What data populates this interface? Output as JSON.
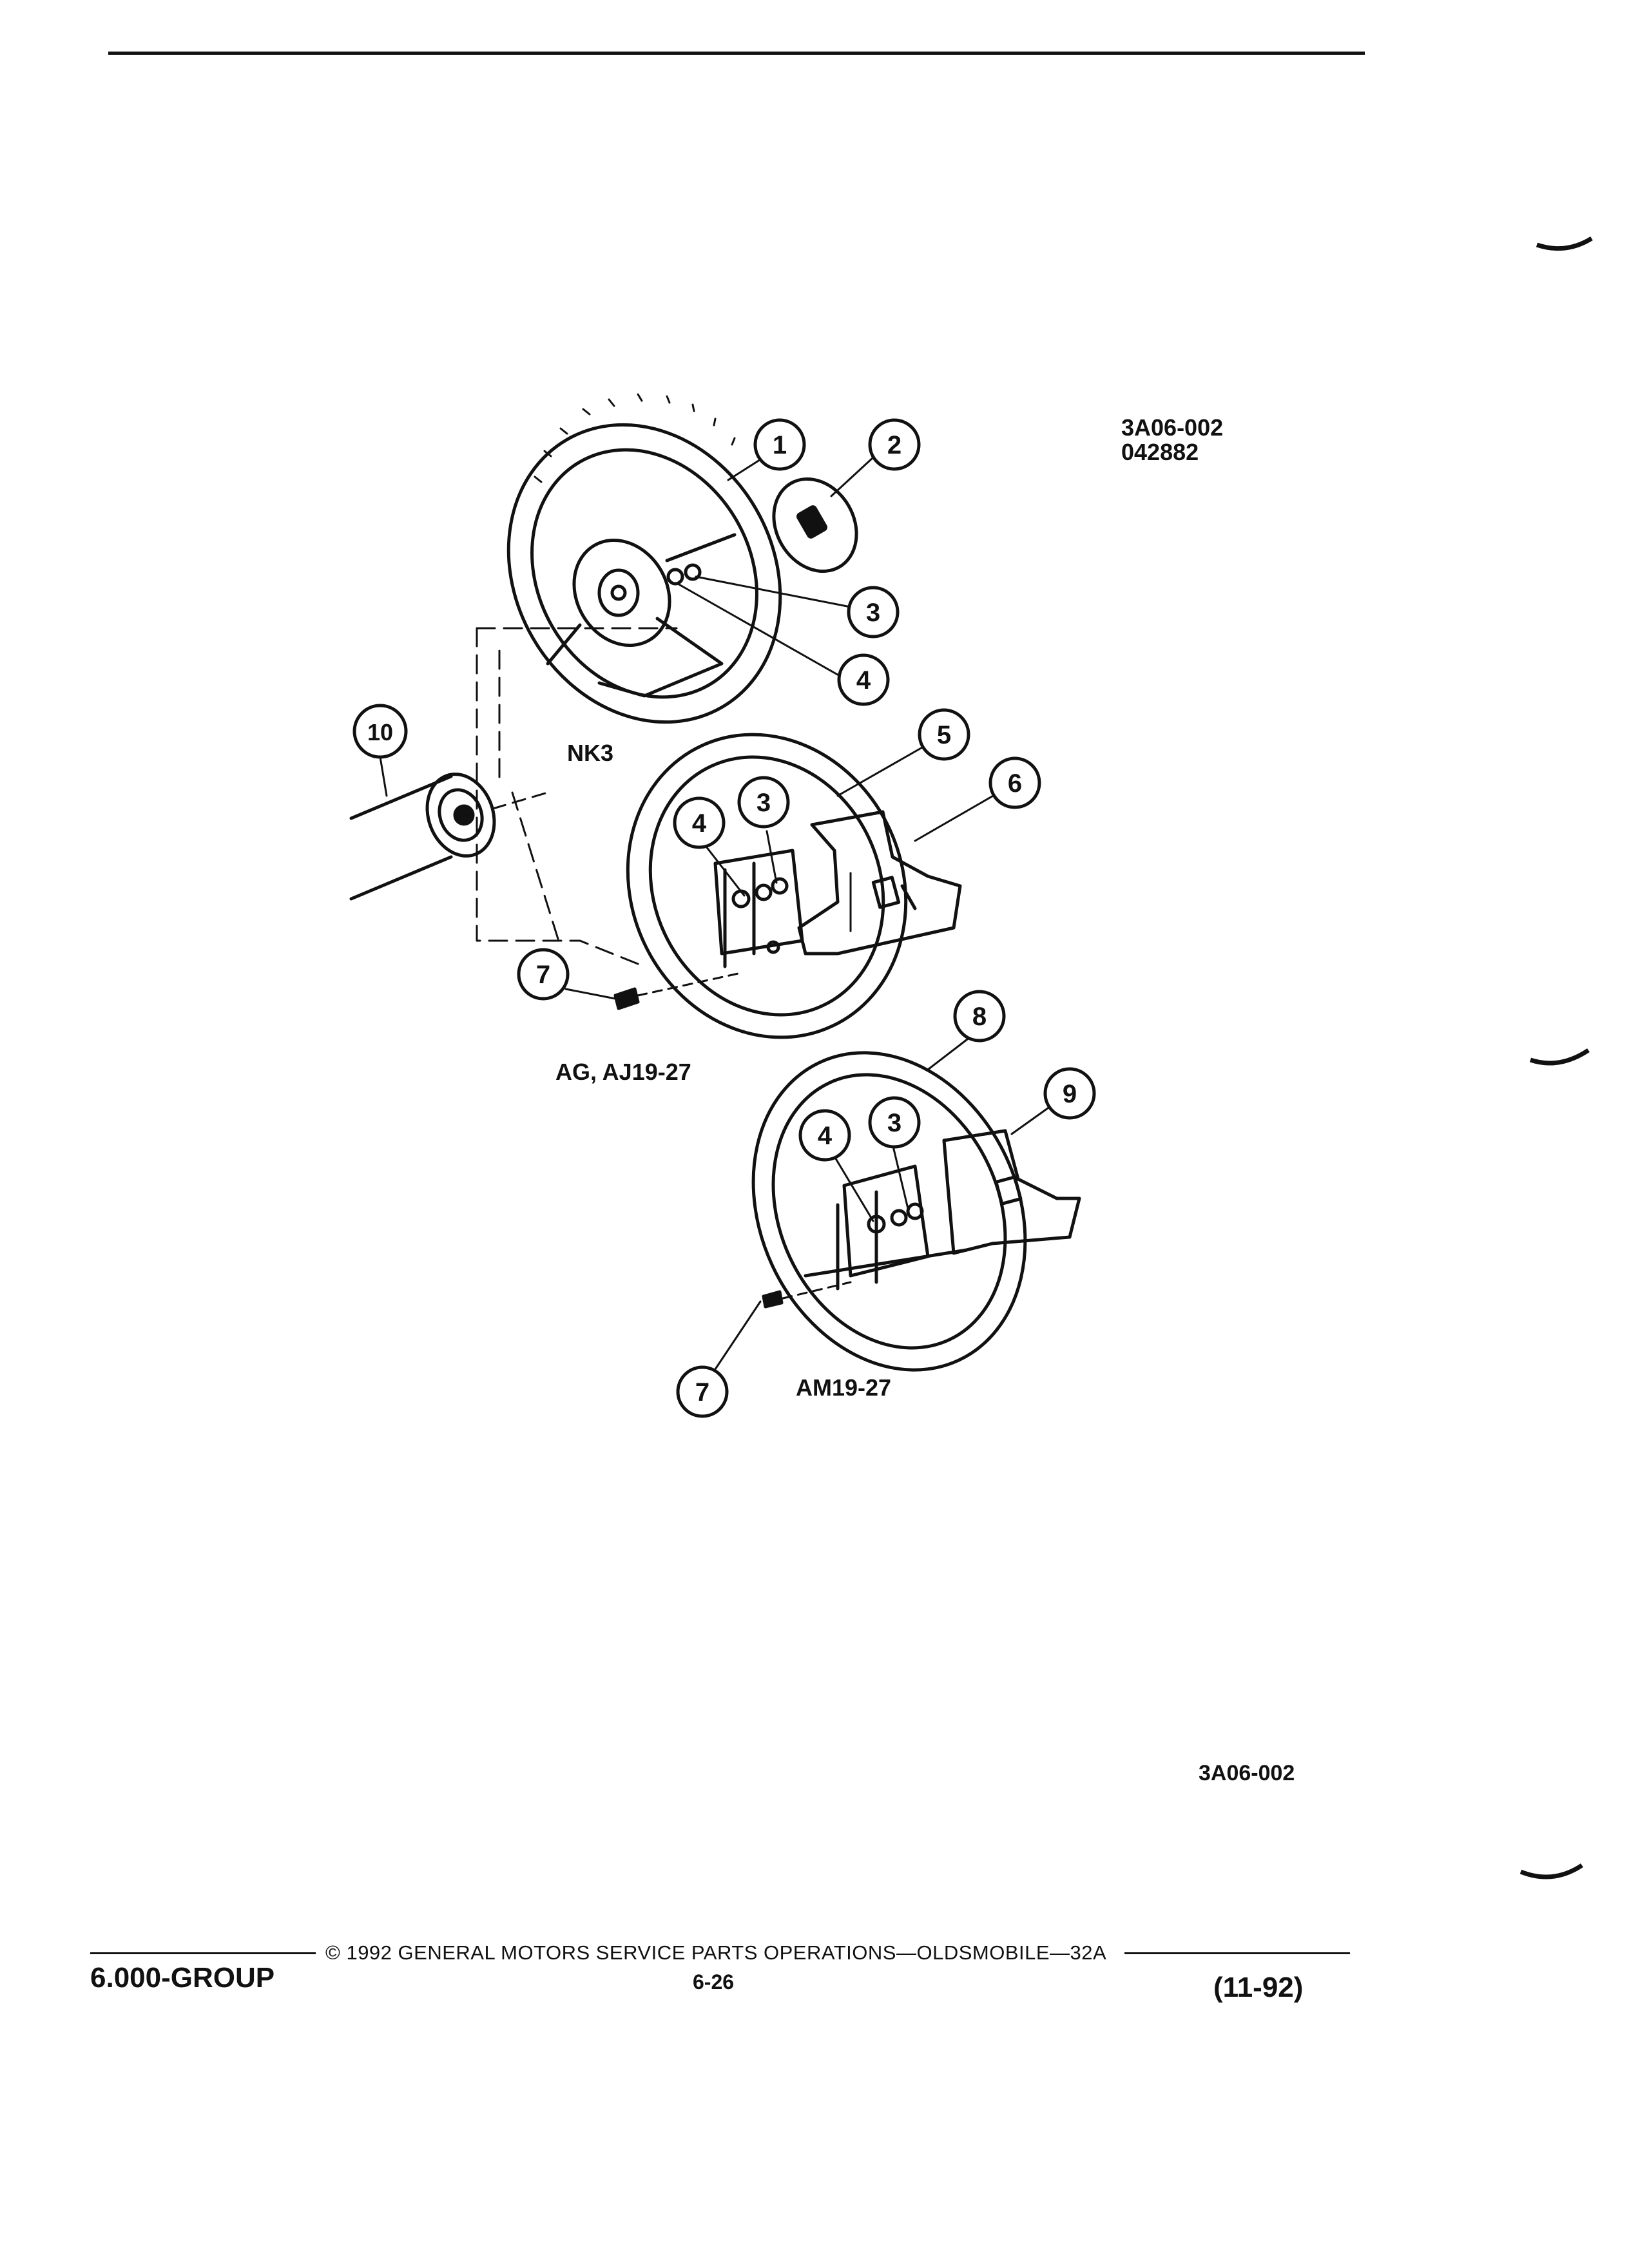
{
  "figure": {
    "ref_code_line1": "3A06-002",
    "ref_code_line2": "042882",
    "figure_id": "3A06-002",
    "labels": {
      "nk3": "NK3",
      "ag_aj": "AG, AJ19-27",
      "am": "AM19-27"
    },
    "callouts": [
      "1",
      "2",
      "3",
      "4",
      "5",
      "6",
      "3",
      "4",
      "7",
      "8",
      "9",
      "4",
      "3",
      "7",
      "10"
    ]
  },
  "footer": {
    "group": "6.000-GROUP",
    "copyright": "© 1992 GENERAL MOTORS SERVICE PARTS OPERATIONS—OLDSMOBILE—32A",
    "page": "6-26",
    "date": "(11-92)"
  }
}
